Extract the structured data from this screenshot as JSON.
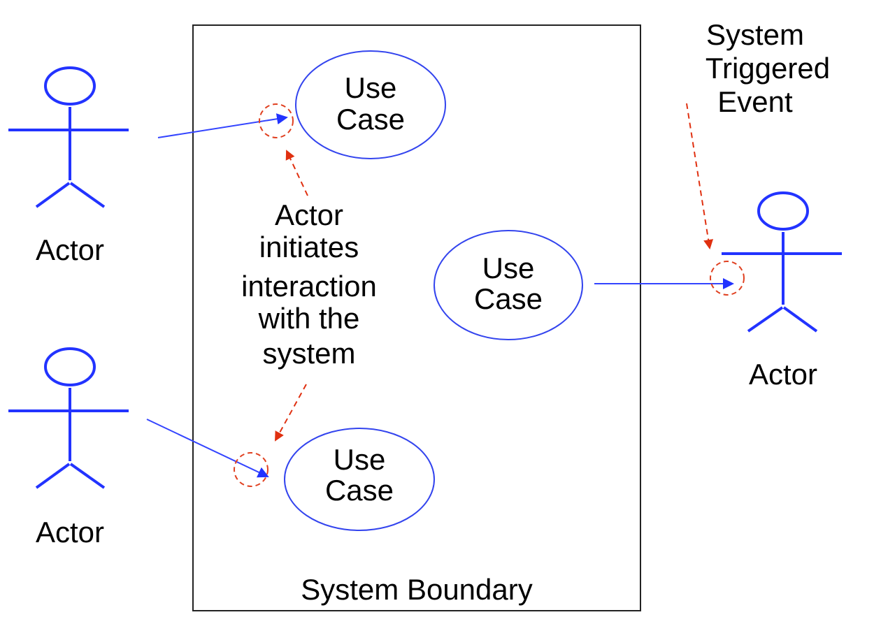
{
  "diagram": {
    "type": "uml-use-case",
    "system_boundary": {
      "label": "System Boundary"
    },
    "actors": [
      {
        "id": "actor-top-left",
        "label": "Actor"
      },
      {
        "id": "actor-bottom-left",
        "label": "Actor"
      },
      {
        "id": "actor-right",
        "label": "Actor"
      }
    ],
    "use_cases": [
      {
        "id": "use-case-top",
        "line1": "Use",
        "line2": "Case"
      },
      {
        "id": "use-case-middle",
        "line1": "Use",
        "line2": "Case"
      },
      {
        "id": "use-case-bottom",
        "line1": "Use",
        "line2": "Case"
      }
    ],
    "annotations": {
      "actor_initiates": [
        "Actor",
        "initiates",
        "interaction",
        "with the",
        "system"
      ],
      "system_triggered": [
        "System",
        "Triggered",
        "Event"
      ]
    },
    "connections": [
      {
        "from": "actor-top-left",
        "to": "use-case-top"
      },
      {
        "from": "actor-bottom-left",
        "to": "use-case-bottom"
      },
      {
        "from": "use-case-middle",
        "to": "actor-right"
      }
    ],
    "colors": {
      "actor": "#2233ff",
      "association": "#3344ff",
      "annotation": "#e03010",
      "boundary": "#222222"
    }
  }
}
